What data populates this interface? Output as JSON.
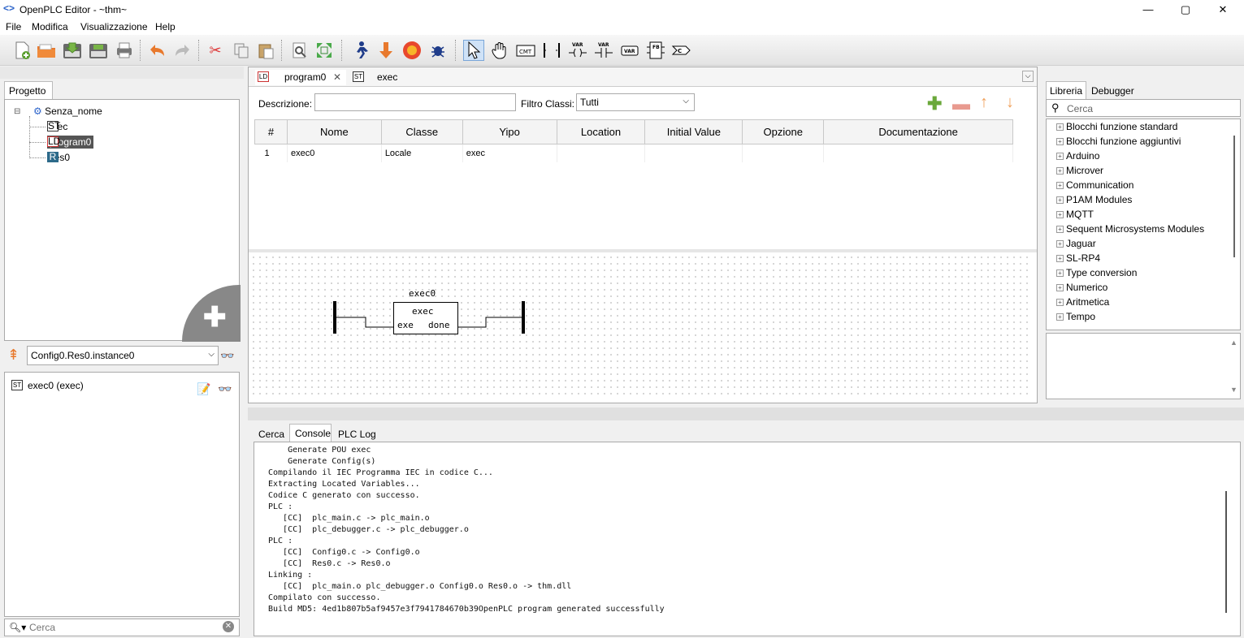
{
  "window": {
    "logo": "<>",
    "title": "OpenPLC Editor - ~thm~",
    "min": "—",
    "max": "▢",
    "close": "✕"
  },
  "menu": [
    "File",
    "Modifica",
    "Visualizzazione",
    "Help"
  ],
  "toolbar": {
    "icons": [
      "new-file-icon",
      "open-folder-icon",
      "save-icon",
      "save-as-icon",
      "print-icon",
      "undo-icon",
      "redo-icon",
      "cut-icon",
      "copy-icon",
      "paste-icon",
      "find-icon",
      "fullscreen-icon",
      "run-icon",
      "download-icon",
      "stop-icon",
      "debug-icon",
      "pointer-icon",
      "hand-icon",
      "comment-icon",
      "contact-icon",
      "variable-coil-icon",
      "variable-contact-icon",
      "variable-icon",
      "function-block-icon",
      "connection-icon"
    ]
  },
  "project": {
    "tab": "Progetto",
    "root": "Senza_nome",
    "items": [
      "exec",
      "program0",
      "Res0"
    ]
  },
  "instance": {
    "selected": "Config0.Res0.instance0",
    "item": "exec0 (exec)"
  },
  "leftsearch": {
    "placeholder": "Cerca"
  },
  "editor": {
    "tabs": [
      {
        "label": "program0",
        "close": "✕"
      },
      {
        "label": "exec"
      }
    ],
    "desc_label": "Descrizione:",
    "desc_value": "",
    "filter_label": "Filtro Classi:",
    "filter_value": "Tutti",
    "columns": [
      "#",
      "Nome",
      "Classe",
      "Yipo",
      "Location",
      "Initial Value",
      "Opzione",
      "Documentazione"
    ],
    "rows": [
      [
        "1",
        "exec0",
        "Locale",
        "exec",
        "",
        "",
        "",
        ""
      ]
    ],
    "block": {
      "instance": "exec0",
      "type": "exec",
      "in": "exe",
      "out": "done"
    }
  },
  "bottom": {
    "tabs": [
      "Cerca",
      "Console",
      "PLC Log"
    ],
    "active": "Console",
    "log": "    Generate POU exec\n    Generate Config(s)\nCompilando il IEC Programma IEC in codice C...\nExtracting Located Variables...\nCodice C generato con successo.\nPLC :\n   [CC]  plc_main.c -> plc_main.o\n   [CC]  plc_debugger.c -> plc_debugger.o\nPLC :\n   [CC]  Config0.c -> Config0.o\n   [CC]  Res0.c -> Res0.o\nLinking :\n   [CC]  plc_main.o plc_debugger.o Config0.o Res0.o -> thm.dll\nCompilato con successo.\nBuild MD5: 4ed1b807b5af9457e3f7941784670b39OpenPLC program generated successfully"
  },
  "library": {
    "tabs": [
      "Libreria",
      "Debugger"
    ],
    "search": "Cerca",
    "items": [
      "Blocchi funzione standard",
      "Blocchi funzione aggiuntivi",
      "Arduino",
      "Microver",
      "Communication",
      "P1AM Modules",
      "MQTT",
      "Sequent Microsystems Modules",
      "Jaguar",
      "SL-RP4",
      "Type conversion",
      "Numerico",
      "Aritmetica",
      "Tempo"
    ]
  },
  "colors": {
    "accent": "#2a62c9",
    "selection": "#555555",
    "plus": "#6aa83a",
    "minus": "#e89a8f",
    "arrow": "#f0a05a"
  }
}
